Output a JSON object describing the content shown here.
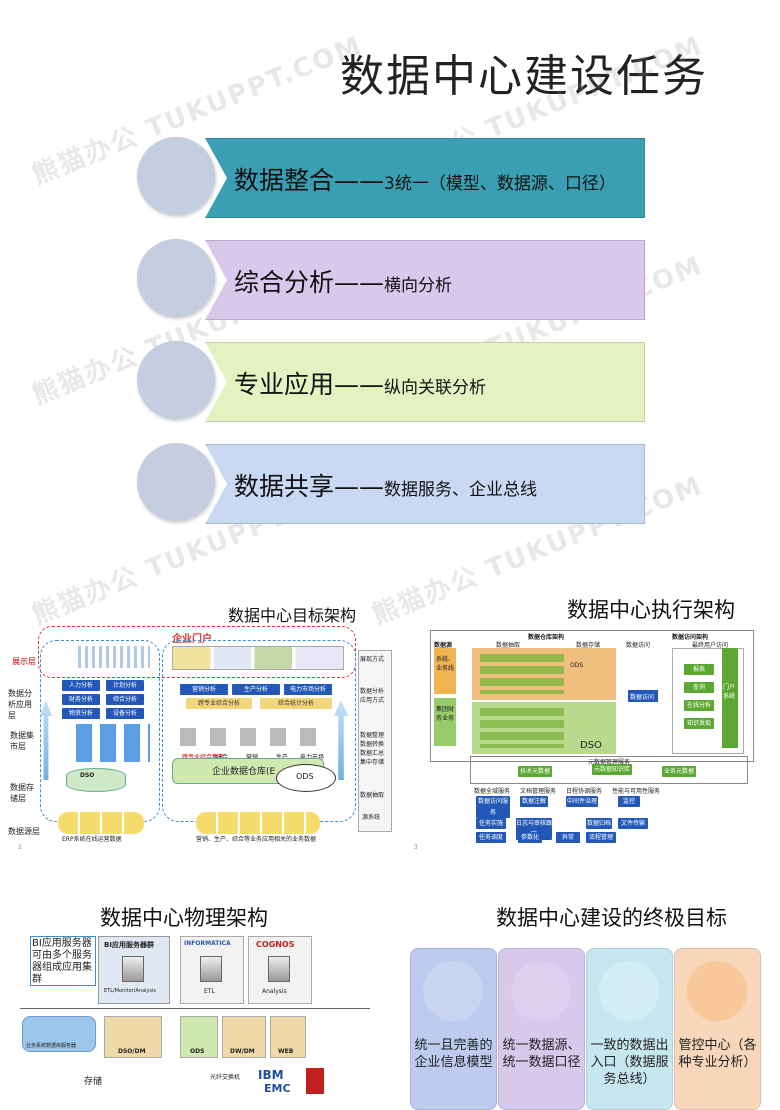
{
  "main_title": "数据中心建设任务",
  "tasks": [
    {
      "main": "数据整合——",
      "sub": "3统一（模型、数据源、口径）",
      "color": "#3a9fb3"
    },
    {
      "main": "综合分析——",
      "sub": "横向分析",
      "color": "#d8c9ec"
    },
    {
      "main": "专业应用——",
      "sub": "纵向关联分析",
      "color": "#e4f2c2"
    },
    {
      "main": "数据共享——",
      "sub": "数据服务、企业总线",
      "color": "#c9d9f3"
    }
  ],
  "watermark": "熊猫办公 TUKUPPT.COM",
  "slide1": {
    "title": "数据中心目标架构",
    "portal": "企业门户",
    "left_layers": [
      "展示层",
      "数据分析应用层",
      "数据集市层",
      "数据存储层",
      "数据源层"
    ],
    "right_labels": [
      "展现方式",
      "数据分析应用方式",
      "数据整理数据转换数据汇总集中存储",
      "数据抽取",
      "源系统"
    ],
    "left_apps": [
      "人力分析",
      "计划分析",
      "财务分析",
      "综合分析",
      "物资分析",
      "设备分析"
    ],
    "right_apps": [
      "营销分析",
      "生产分析",
      "电力市场分析",
      "跨专业综合分析",
      "综合统计分析"
    ],
    "cube_labels": [
      "跨专业综合集市",
      "综合",
      "营销",
      "生产",
      "电力市场"
    ],
    "dso": "DSO",
    "warehouse": "企业数据仓库(E",
    "ods": "ODS",
    "source_left": "ERP系统在线运营数据",
    "source_right": "营销、生产、综合等业务应用相关的业务数据",
    "page_no": "2"
  },
  "slide2": {
    "title": "数据中心执行架构",
    "headers": [
      "数据源",
      "数据仓库架构",
      "数据访问架构"
    ],
    "sub_headers": [
      "数据抽取",
      "数据存储",
      "数据访问",
      "最终用户访问"
    ],
    "sources": [
      "系统、业务线",
      "集团财务业务"
    ],
    "ods": "ODS",
    "dso": "DSO",
    "access": "数据访问",
    "user_items": [
      "报表",
      "查询",
      "在线分析",
      "知识发现"
    ],
    "portal": "门户系统",
    "meta": "元数据管理服务",
    "meta_items": [
      "技术元数据",
      "元数据知识库",
      "业务元数据"
    ],
    "services": [
      "数据全域服务",
      "文档管理服务",
      "日程协调服务",
      "性能与可用性服务"
    ],
    "service_items": [
      "数据访问服务",
      "数据注解",
      "中间件治理",
      "监控"
    ],
    "bottom_items": [
      "任务实施",
      "任务调度",
      "日志与审核跟踪",
      "参数化",
      "数据归档",
      "异常",
      "流程管理",
      "文件传输"
    ],
    "page_no": "3"
  },
  "slide3": {
    "title": "数据中心物理架构",
    "callout": "BI应用服务器可由多个服务器组成应用集群",
    "bi_group": "BI应用服务器群",
    "informatica": "INFORMATICA",
    "cognos": "COGNOS",
    "etl": "ETL",
    "analysis": "Analysis",
    "bi_server_label": "ETL/Monitor/Analysis",
    "storage_labels": [
      "DSO/DM",
      "ODS",
      "DW/DM",
      "WEB"
    ],
    "cluster": "业务系统数据库服务器",
    "ibm": "IBM",
    "emc": "EMC",
    "storage": "存储",
    "switch": "光纤交换机"
  },
  "slide4": {
    "title": "数据中心建设的终极目标",
    "goals": [
      {
        "text": "统一且完善的企业信息模型",
        "color": "#bccbee",
        "circle": "#c9d4f1"
      },
      {
        "text": "统一数据源、统一数据口径",
        "color": "#d6c9ec",
        "circle": "#dccff0"
      },
      {
        "text": "一致的数据出入口（数据服务总线）",
        "color": "#c6e7f0",
        "circle": "#d2edf4"
      },
      {
        "text": "管控中心（各种专业分析）",
        "color": "#f7d6b9",
        "circle": "#f8c89a"
      }
    ]
  }
}
